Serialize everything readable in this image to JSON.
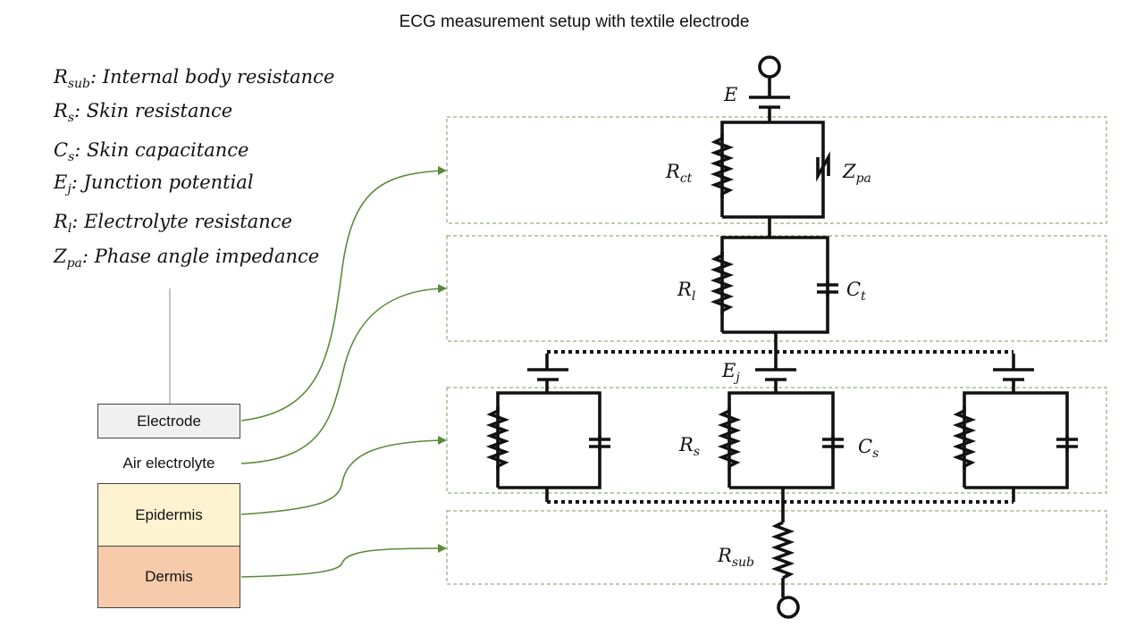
{
  "title": "ECG measurement setup with textile electrode",
  "legend": [
    {
      "sym": "R",
      "sub": "sub",
      "desc": ": Internal body resistance"
    },
    {
      "sym": "R",
      "sub": "s",
      "desc": ": Skin resistance"
    },
    {
      "sym": "C",
      "sub": "s",
      "desc": ": Skin capacitance"
    },
    {
      "sym": "E",
      "sub": "j",
      "desc": ": Junction potential"
    },
    {
      "sym": "R",
      "sub": "l",
      "desc": ": Electrolyte resistance"
    },
    {
      "sym": "Z",
      "sub": "pa",
      "desc": ": Phase angle impedance"
    }
  ],
  "layers": {
    "electrode": "Electrode",
    "air_electrolyte": "Air electrolyte",
    "epidermis": "Epidermis",
    "dermis": "Dermis"
  },
  "circuit_labels": {
    "E": {
      "sym": "E",
      "sub": ""
    },
    "Rct": {
      "sym": "R",
      "sub": "ct"
    },
    "Zpa": {
      "sym": "Z",
      "sub": "pa"
    },
    "Rl": {
      "sym": "R",
      "sub": "l"
    },
    "Ct": {
      "sym": "C",
      "sub": "t"
    },
    "Ej": {
      "sym": "E",
      "sub": "j"
    },
    "Rs": {
      "sym": "R",
      "sub": "s"
    },
    "Cs": {
      "sym": "C",
      "sub": "s"
    },
    "Rsub": {
      "sym": "R",
      "sub": "sub"
    }
  },
  "colors": {
    "electrode_fill": "#f0f0f0",
    "epidermis_fill": "#fdf3d0",
    "dermis_fill": "#f7cba9",
    "connector": "#5b8a3a",
    "dashed_box": "#7a9a5c",
    "wire": "#111111"
  }
}
